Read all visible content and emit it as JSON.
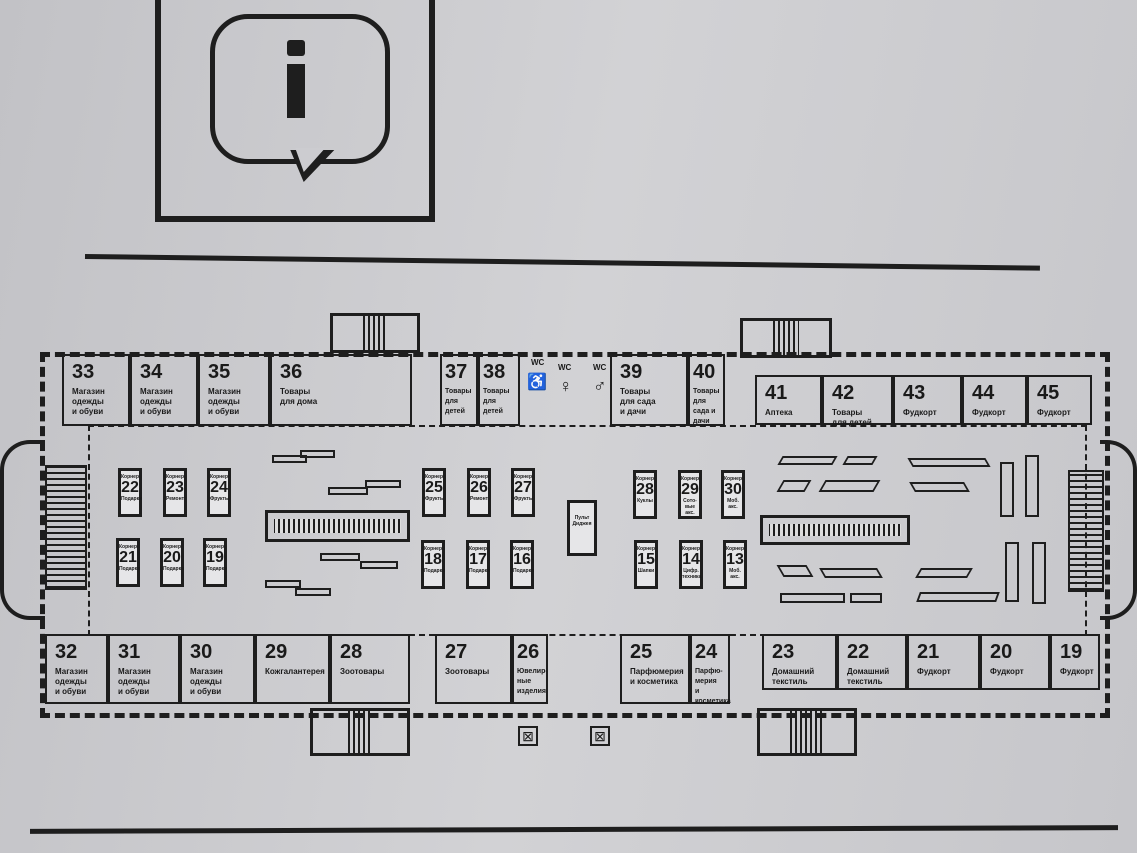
{
  "info_sign": {
    "glyph": "i"
  },
  "shops_top": [
    {
      "num": "33",
      "label": "Магазин\nодежды\nи обуви"
    },
    {
      "num": "34",
      "label": "Магазин\nодежды\nи обуви"
    },
    {
      "num": "35",
      "label": "Магазин\nодежды\nи обуви"
    },
    {
      "num": "36",
      "label": "Товары\nдля дома"
    },
    {
      "num": "37",
      "label": "Товары\nдля\nдетей"
    },
    {
      "num": "38",
      "label": "Товары\nдля\nдетей"
    },
    {
      "num": "39",
      "label": "Товары\nдля сада\nи дачи"
    },
    {
      "num": "40",
      "label": "Товары\nдля\nсада и\nдачи"
    },
    {
      "num": "41",
      "label": "Аптека"
    },
    {
      "num": "42",
      "label": "Товары\nдля детей"
    },
    {
      "num": "43",
      "label": "Фудкорт"
    },
    {
      "num": "44",
      "label": "Фудкорт"
    },
    {
      "num": "45",
      "label": "Фудкорт"
    }
  ],
  "shops_bottom": [
    {
      "num": "32",
      "label": "Магазин\nодежды\nи обуви"
    },
    {
      "num": "31",
      "label": "Магазин\nодежды\nи обуви"
    },
    {
      "num": "30",
      "label": "Магазин\nодежды\nи обуви"
    },
    {
      "num": "29",
      "label": "Кожгалантерея"
    },
    {
      "num": "28",
      "label": "Зоотовары"
    },
    {
      "num": "27",
      "label": "Зоотовары"
    },
    {
      "num": "26",
      "label": "Ювелир-\nные\nизделия"
    },
    {
      "num": "25",
      "label": "Парфюмерия\nи косметика"
    },
    {
      "num": "24",
      "label": "Парфю-\nмерия\nи\nкосметика"
    },
    {
      "num": "23",
      "label": "Домашний\nтекстиль"
    },
    {
      "num": "22",
      "label": "Домашний\nтекстиль"
    },
    {
      "num": "21",
      "label": "Фудкорт"
    },
    {
      "num": "20",
      "label": "Фудкорт"
    },
    {
      "num": "19",
      "label": "Фудкорт"
    }
  ],
  "wc": [
    "WC",
    "WC",
    "WC"
  ],
  "kiosks": [
    {
      "title": "Корнер",
      "num": "22",
      "label": "Подарки"
    },
    {
      "title": "Корнер",
      "num": "23",
      "label": "Ремонт"
    },
    {
      "title": "Корнер",
      "num": "24",
      "label": "Фрукты"
    },
    {
      "title": "Корнер",
      "num": "25",
      "label": "Фрукты"
    },
    {
      "title": "Корнер",
      "num": "26",
      "label": "Ремонт"
    },
    {
      "title": "Корнер",
      "num": "27",
      "label": "Фрукты"
    },
    {
      "title": "Корнер",
      "num": "28",
      "label": "Куклы"
    },
    {
      "title": "Корнер",
      "num": "29",
      "label": "Сото-\nвые\nакс."
    },
    {
      "title": "Корнер",
      "num": "30",
      "label": "Моб.\nакс."
    },
    {
      "title": "Корнер",
      "num": "21",
      "label": "Подарки"
    },
    {
      "title": "Корнер",
      "num": "20",
      "label": "Подарки"
    },
    {
      "title": "Корнер",
      "num": "19",
      "label": "Подарки"
    },
    {
      "title": "Корнер",
      "num": "18",
      "label": "Подарки"
    },
    {
      "title": "Корнер",
      "num": "17",
      "label": "Подарки"
    },
    {
      "title": "Корнер",
      "num": "16",
      "label": "Подарки"
    },
    {
      "title": "Корнер",
      "num": "15",
      "label": "Шапки"
    },
    {
      "title": "Корнер",
      "num": "14",
      "label": "Цифр.\nтехника"
    },
    {
      "title": "Корнер",
      "num": "13",
      "label": "Моб.\nакс."
    }
  ],
  "dj_booth": "Пульт\nДиджея",
  "lift_symbol": "⊠"
}
